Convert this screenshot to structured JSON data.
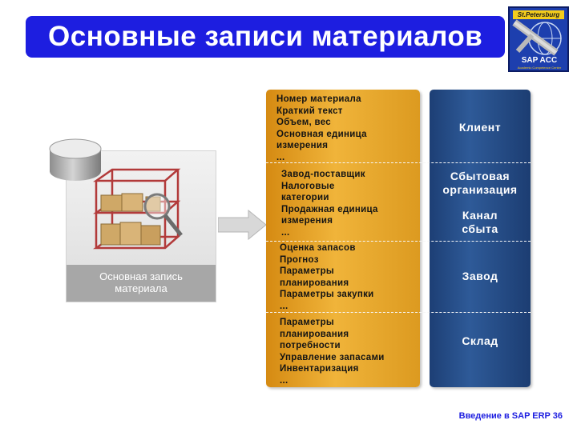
{
  "slide": {
    "title": "Основные записи материалов",
    "footer": "Введение в SAP ERP 36"
  },
  "logo": {
    "city": "St.Petersburg",
    "name": "SAP ACC",
    "subtitle": "Academic Competence Center"
  },
  "material_master": {
    "caption_line1": "Основная запись",
    "caption_line2": "материала"
  },
  "sections": [
    {
      "lines": [
        "Номер материала",
        "Краткий текст",
        "Объем, вес",
        "Основная единица",
        "измерения",
        "..."
      ]
    },
    {
      "lines": [
        "Завод-поставщик",
        "Налоговые",
        "категории",
        "Продажная единица",
        "измерения",
        "..."
      ]
    },
    {
      "lines": [
        "Оценка запасов",
        "Прогноз",
        "Параметры",
        "планирования",
        "Параметры закупки",
        "..."
      ]
    },
    {
      "lines": [
        "Параметры",
        "планирования",
        "потребности",
        "Управление запасами",
        "Инвентаризация",
        "..."
      ]
    }
  ],
  "org_levels": {
    "client": "Клиент",
    "sales_org_line1": "Сбытовая",
    "sales_org_line2": "организация",
    "channel_line1": "Канал",
    "channel_line2": "сбыта",
    "plant": "Завод",
    "storage": "Склад"
  },
  "colors": {
    "title_bar": "#1d1ee0",
    "orange_column": "#f0b43a",
    "blue_column": "#2e5a98",
    "caption_bar": "#a7a7a7"
  }
}
